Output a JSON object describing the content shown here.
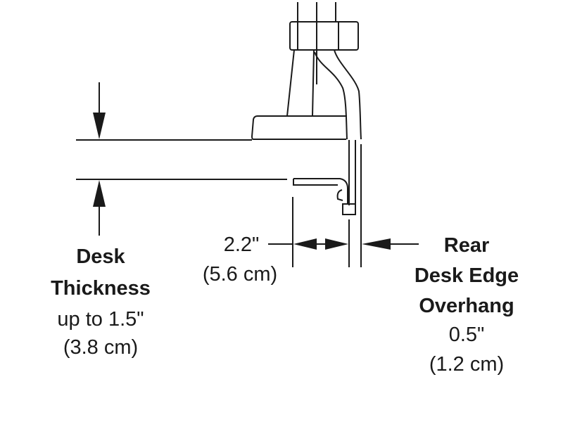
{
  "desk_thickness": {
    "title_line1": "Desk",
    "title_line2": "Thickness",
    "value_in": "up to 1.5\"",
    "value_cm": "(3.8 cm)"
  },
  "clamp_depth": {
    "value_in": "2.2\"",
    "value_cm": "(5.6 cm)"
  },
  "rear_overhang": {
    "title_line1": "Rear",
    "title_line2": "Desk Edge",
    "title_line3": "Overhang",
    "value_in": "0.5\"",
    "value_cm": "(1.2 cm)"
  },
  "colors": {
    "ink": "#1a1a1a"
  }
}
